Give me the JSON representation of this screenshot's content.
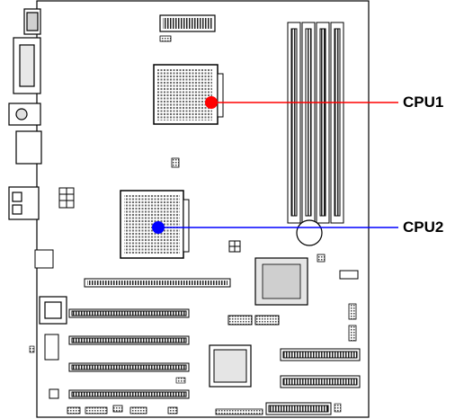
{
  "callouts": [
    {
      "id": "cpu1",
      "label": "CPU1",
      "color": "#ff0000"
    },
    {
      "id": "cpu2",
      "label": "CPU2",
      "color": "#0000ff"
    }
  ]
}
